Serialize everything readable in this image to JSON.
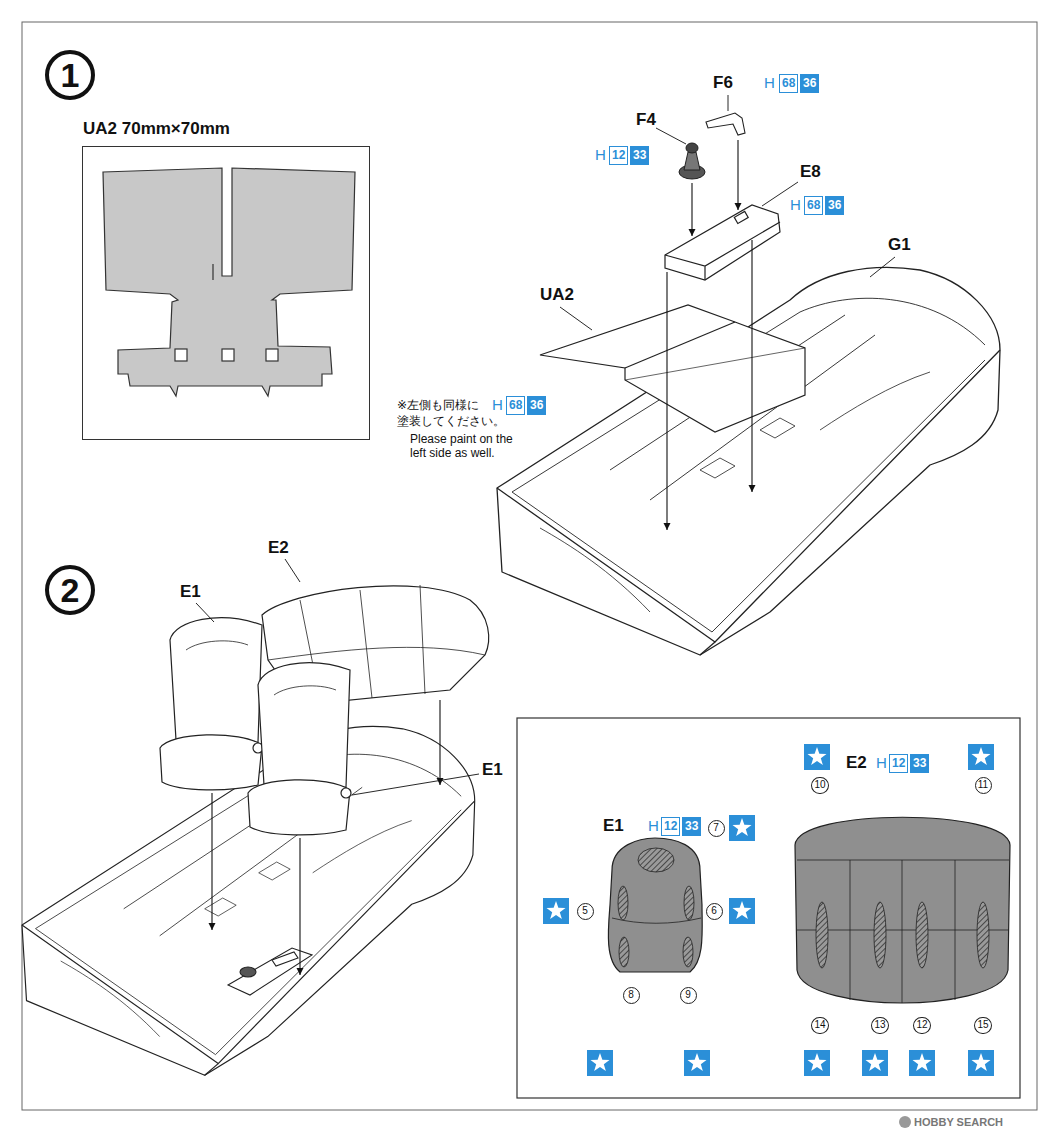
{
  "diagram": {
    "nodes": [
      {
        "text": [
          "1"
        ]
      },
      {
        "text": [
          "UA2 70mm×70mm"
        ]
      },
      {
        "text": [
          "68"
        ]
      },
      {
        "text": [
          "36"
        ]
      },
      {
        "text": [
          "12"
        ]
      },
      {
        "text": [
          "33"
        ]
      },
      {
        "text": [
          "68"
        ]
      },
      {
        "text": [
          "36"
        ]
      },
      {
        "text": [
          "68"
        ]
      },
      {
        "text": [
          "36"
        ]
      },
      {
        "text": [
          "2"
        ]
      },
      {
        "text": [
          "12"
        ]
      },
      {
        "text": [
          "33"
        ]
      },
      {
        "text": [
          "7"
        ]
      },
      {
        "text": [
          "5"
        ]
      },
      {
        "text": [
          "6"
        ]
      },
      {
        "text": [
          "8"
        ]
      },
      {
        "text": [
          "9"
        ]
      },
      {
        "text": [
          "12"
        ]
      },
      {
        "text": [
          "33"
        ]
      },
      {
        "text": [
          "10"
        ]
      },
      {
        "text": [
          "11"
        ]
      },
      {
        "text": [
          "14"
        ]
      },
      {
        "text": [
          "13"
        ]
      },
      {
        "text": [
          "12"
        ]
      },
      {
        "text": [
          "15"
        ]
      }
    ],
    "labels": [
      "F6",
      "H",
      "F4",
      "H",
      "E8",
      "H",
      "G1",
      "UA2",
      "※左側も同様に 塗装してください。",
      "Please paint on the left side as well.",
      "H",
      "E2",
      "E1",
      "E1",
      "E1",
      "H",
      "E2",
      "H",
      "HOBBY SEARCH"
    ]
  }
}
